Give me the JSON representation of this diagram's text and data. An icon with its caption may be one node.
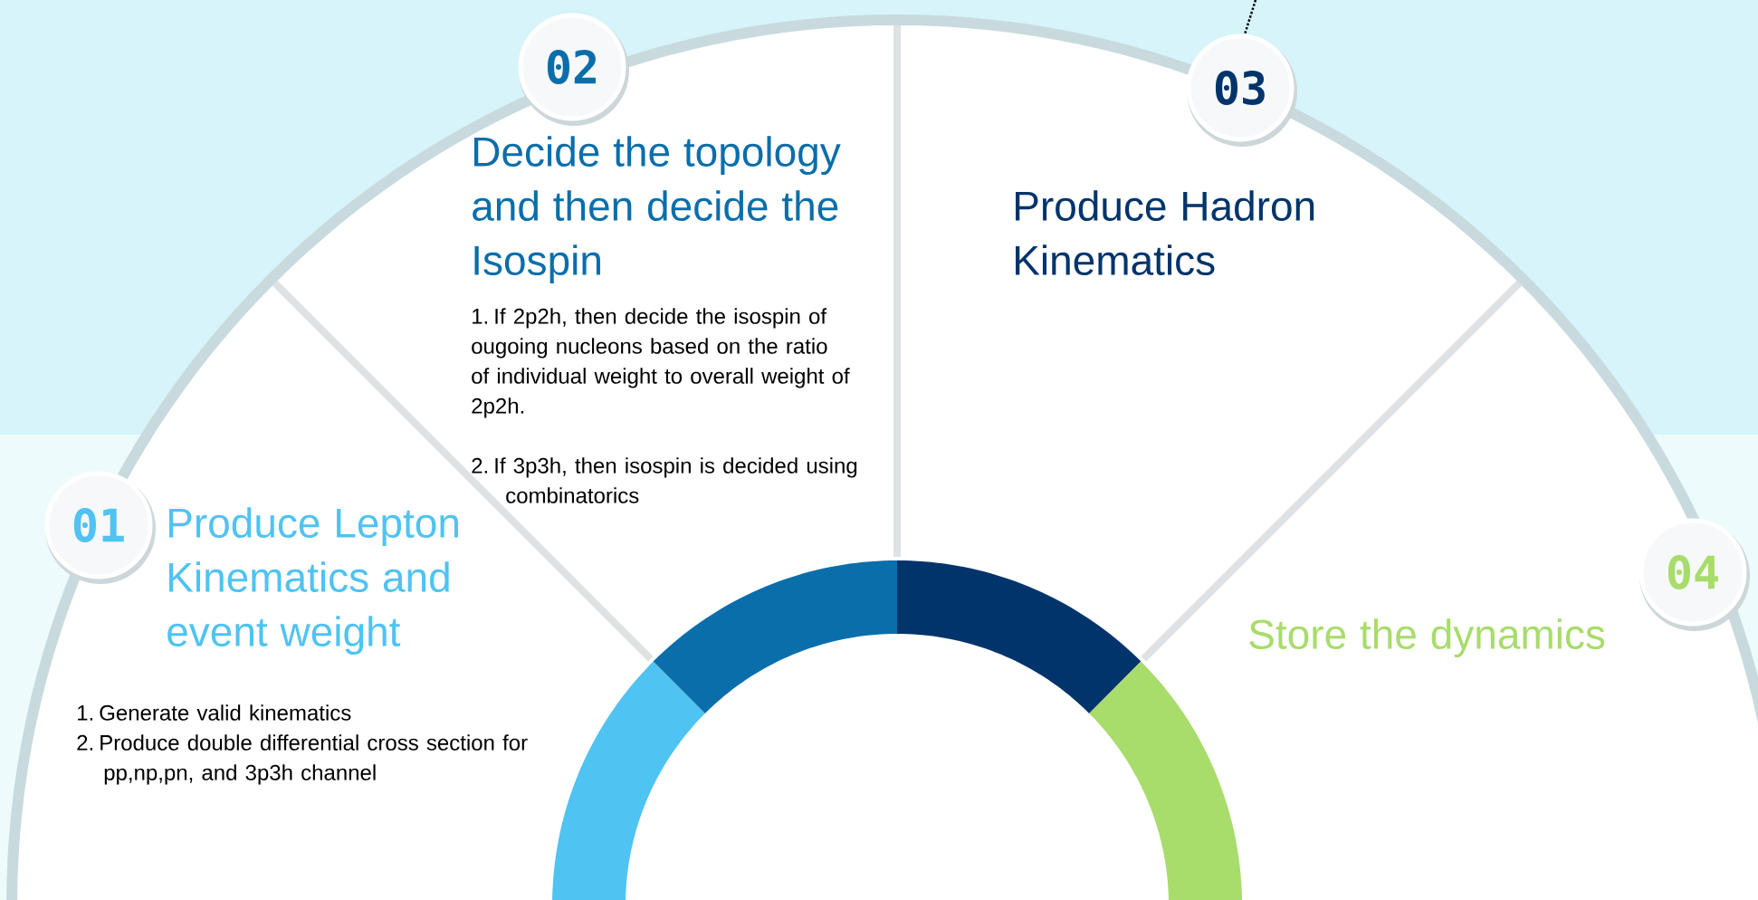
{
  "diagram": {
    "nodes": [
      {
        "text": [
          "01"
        ]
      },
      {
        "text": [
          "Produce Lepton Kinematics and event weight",
          "1. Generate valid kinematics",
          "2. Produce double differential cross section for pp,np,pn, and 3p3h channel"
        ]
      },
      {
        "text": [
          "02"
        ]
      },
      {
        "text": [
          "Decide the topology and then decide the Isospin",
          "1. If 2p2h, then decide the isospin of ougoing nucleons based on the ratio of individual weight to overall weight of 2p2h.",
          "2. If 3p3h, then isospin is decided using combinatorics"
        ]
      },
      {
        "text": [
          "03"
        ]
      },
      {
        "text": [
          "Produce Hadron Kinematics"
        ]
      },
      {
        "text": [
          "04"
        ]
      },
      {
        "text": [
          "Store the dynamics"
        ]
      }
    ]
  }
}
